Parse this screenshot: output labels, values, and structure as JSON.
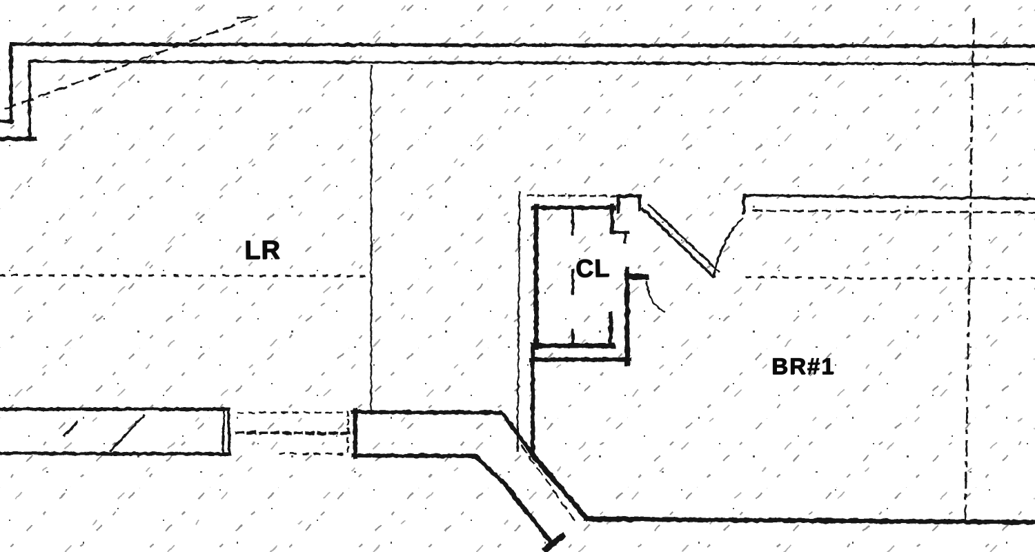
{
  "plan": {
    "rooms": [
      {
        "label": "LR"
      },
      {
        "label": "CL"
      },
      {
        "label": "BR#1"
      }
    ],
    "colors": {
      "ink": "#121212",
      "paper": "#ffffff",
      "hatch": "#2b2b2b"
    }
  }
}
